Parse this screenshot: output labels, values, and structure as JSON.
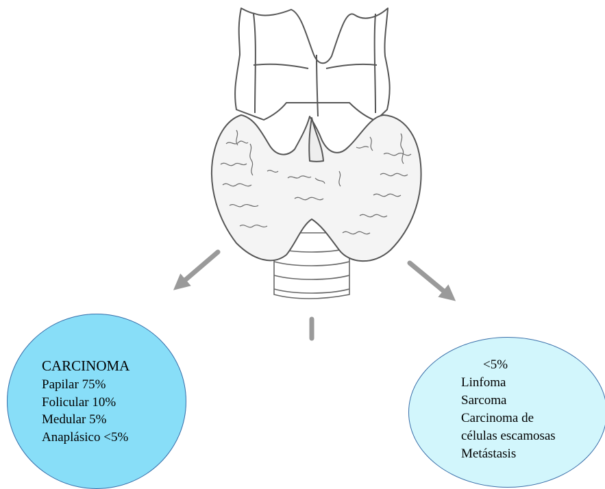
{
  "colors": {
    "left_bubble_fill": "#88def8",
    "right_bubble_fill": "#d2f6fc",
    "bubble_border": "#3a6da8",
    "line_art": "#555555",
    "arrow": "#9a9a9a"
  },
  "illustration": {
    "subject": "thyroid gland and larynx line drawing",
    "arrows": [
      "arrow-down-left",
      "arrow-down",
      "arrow-down-right"
    ]
  },
  "left_bubble": {
    "title": "CARCINOMA",
    "items": [
      "Papilar 75%",
      "Folicular 10%",
      "Medular 5%",
      "Anaplásico <5%"
    ]
  },
  "right_bubble": {
    "title": "<5%",
    "items": [
      "Linfoma",
      "Sarcoma",
      "Carcinoma de",
      "células escamosas",
      "Metástasis"
    ]
  }
}
